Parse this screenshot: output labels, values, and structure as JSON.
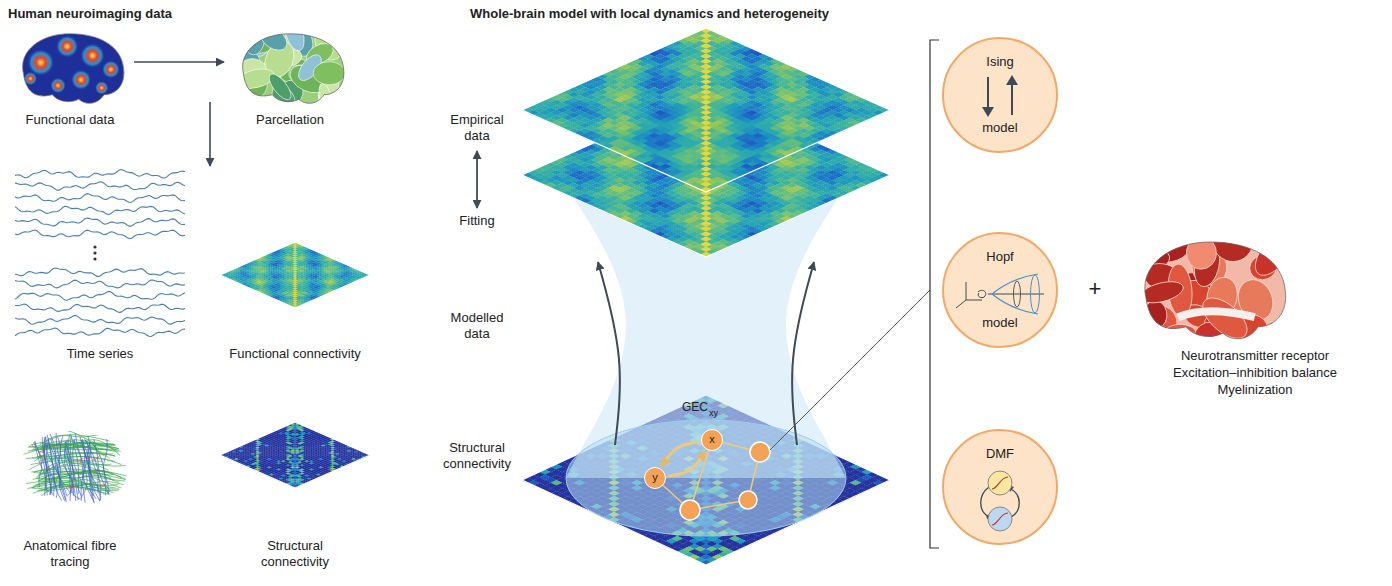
{
  "diagram": {
    "nodes": [
      {
        "text": [
          "Ising",
          "model"
        ]
      },
      {
        "text": [
          "Hopf",
          "model"
        ]
      },
      {
        "text": [
          "DMF"
        ]
      },
      {
        "text": [
          "y"
        ]
      },
      {
        "text": [
          "x"
        ]
      }
    ],
    "edges": [
      {
        "from": 3,
        "to": 4,
        "arrow": "to"
      },
      {
        "from": 4,
        "to": 3,
        "arrow": "to"
      }
    ],
    "labels": [
      "Human neuroimaging data",
      "Whole-brain model with local dynamics and heterogeneity",
      "Functional data",
      "Parcellation",
      "Time series",
      "Functional connectivity",
      "Anatomical fibre tracing",
      "Structural connectivity",
      "Empirical data",
      "Fitting",
      "Modelled data",
      "Structural connectivity",
      "GEC",
      "xy",
      "+",
      "Neurotransmitter receptor",
      "Excitation–inhibition balance",
      "Myelinization"
    ]
  }
}
